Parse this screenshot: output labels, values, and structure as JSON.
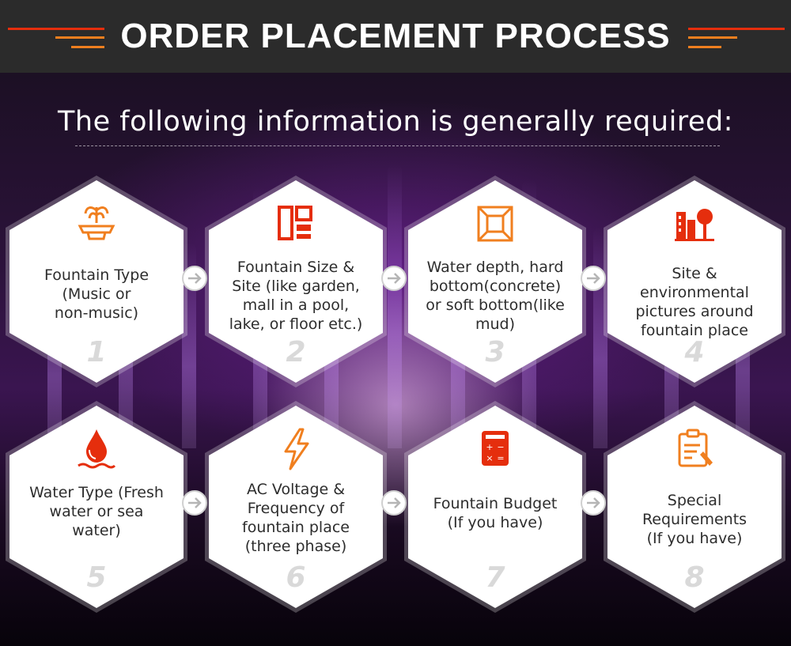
{
  "header": {
    "title": "ORDER PLACEMENT PROCESS"
  },
  "subtitle": "The following information is generally required:",
  "colors": {
    "accent": "#e52e0d",
    "orange": "#f07f1f",
    "header_bg": "#2b2b2b"
  },
  "steps": [
    {
      "number": "1",
      "icon": "fountain-icon",
      "lines": [
        "Fountain Type",
        "(Music or",
        "non-music)"
      ]
    },
    {
      "number": "2",
      "icon": "layout-icon",
      "lines": [
        "Fountain Size &",
        "Site (like garden,",
        "mall  in a pool,",
        "lake, or floor etc.)"
      ]
    },
    {
      "number": "3",
      "icon": "depth-frame-icon",
      "lines": [
        "Water depth, hard",
        "bottom(concrete)",
        "or soft bottom(like",
        "mud)"
      ]
    },
    {
      "number": "4",
      "icon": "buildings-icon",
      "lines": [
        "Site & environmental",
        "pictures around",
        "fountain place"
      ]
    },
    {
      "number": "5",
      "icon": "water-drop-icon",
      "lines": [
        "Water Type (Fresh",
        "water or sea",
        "water)"
      ]
    },
    {
      "number": "6",
      "icon": "lightning-icon",
      "lines": [
        "AC Voltage &",
        "Frequency of",
        "fountain place",
        "(three phase)"
      ]
    },
    {
      "number": "7",
      "icon": "calculator-icon",
      "lines": [
        "Fountain Budget",
        "(If you have)"
      ]
    },
    {
      "number": "8",
      "icon": "clipboard-icon",
      "lines": [
        "Special",
        "Requirements",
        "(If you have)"
      ]
    }
  ]
}
